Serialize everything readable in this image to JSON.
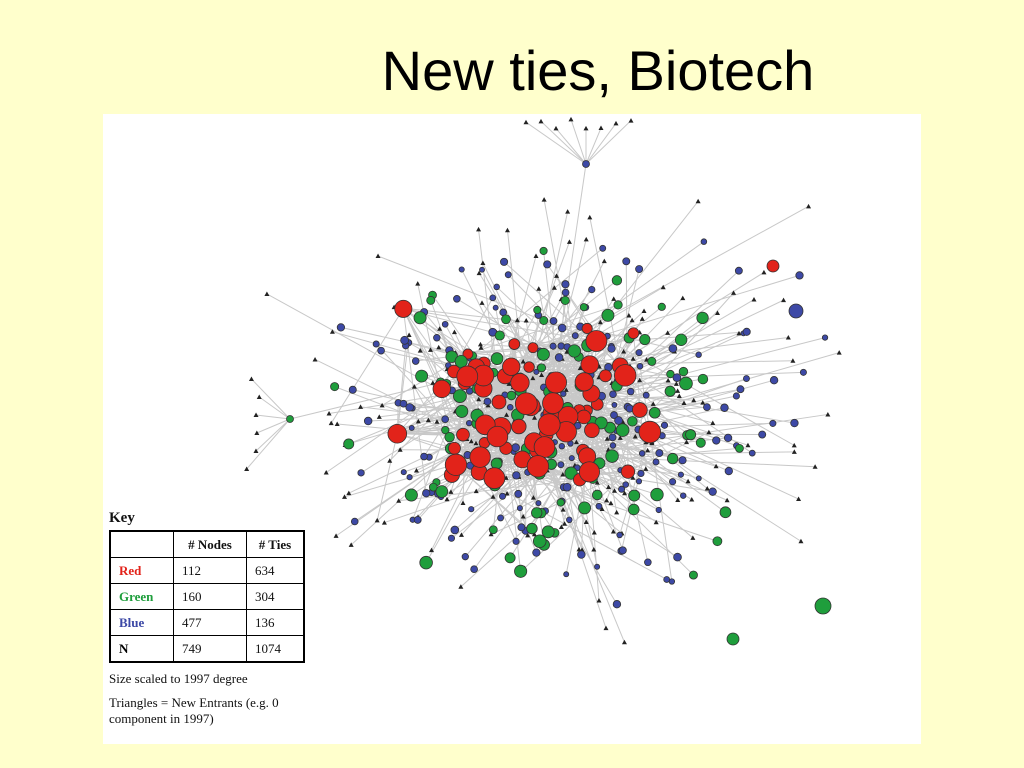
{
  "slide": {
    "title": "New ties, Biotech"
  },
  "key": {
    "title": "Key",
    "headers": [
      "",
      "# Nodes",
      "# Ties"
    ],
    "rows": [
      {
        "label": "Red",
        "nodes": "112",
        "ties": "634",
        "color": "#E2231A"
      },
      {
        "label": "Green",
        "nodes": "160",
        "ties": "304",
        "color": "#1F9E3C"
      },
      {
        "label": "Blue",
        "nodes": "477",
        "ties": "136",
        "color": "#3D49A6"
      },
      {
        "label": "N",
        "nodes": "749",
        "ties": "1074",
        "color": "#000000"
      }
    ],
    "note_size": "Size scaled to 1997 degree",
    "note_triangles": "Triangles =  New Entrants (e.g. 0 component in 1997)"
  },
  "colors": {
    "background": "#FFFFCC",
    "edge": "#C8C8C8",
    "red": "#E2231A",
    "green": "#1F9E3C",
    "blue": "#3D49A6",
    "triangle": "#222222"
  }
}
